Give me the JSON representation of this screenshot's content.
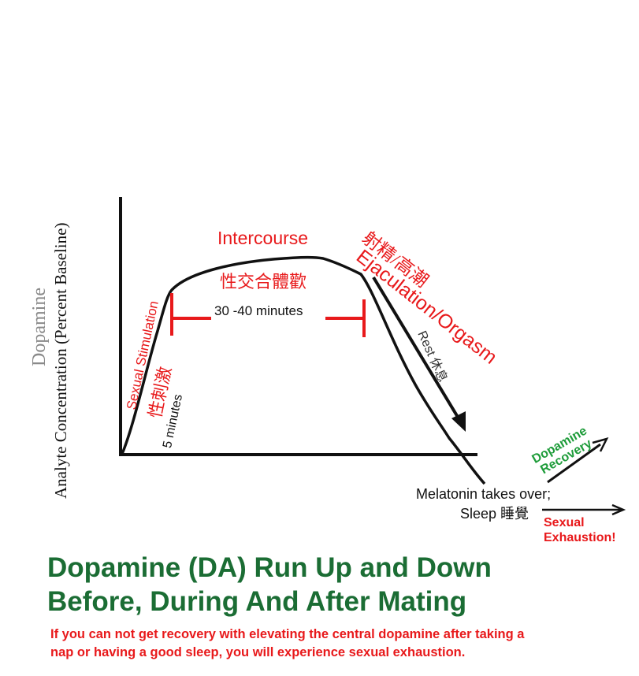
{
  "axis": {
    "y_label_top": "Dopamine",
    "y_label_main": "Analyte Concentration (Percent Baseline)"
  },
  "phases": {
    "stimulation": {
      "label_en": "Sexual Stimulation",
      "label_zh": "性刺激",
      "duration": "5 minutes"
    },
    "intercourse": {
      "label_en": "Intercourse",
      "label_zh": "性交合體歡",
      "duration": "30 -40  minutes"
    },
    "ejaculation": {
      "label_zh": "射精/高潮",
      "label_en": "Ejaculation/Orgasm"
    },
    "rest": {
      "label": "Rest 休息"
    },
    "recovery": {
      "line1": "Dopamine",
      "line2": "Recovery"
    },
    "melatonin": {
      "line1": "Melatonin takes over;",
      "line2": "Sleep  睡覺"
    },
    "exhaustion": {
      "line1": "Sexual",
      "line2": "Exhaustion!"
    }
  },
  "title": {
    "line1": "Dopamine (DA) Run Up and Down",
    "line2": "Before, During And After Mating"
  },
  "note": {
    "line1": "If you can not get recovery with elevating the central dopamine after taking a",
    "line2": "nap or having a good sleep, you will experience sexual exhaustion."
  },
  "colors": {
    "red": "#e8191b",
    "green": "#1e9c3a",
    "dark_green": "#1b6d34",
    "black": "#111111"
  }
}
